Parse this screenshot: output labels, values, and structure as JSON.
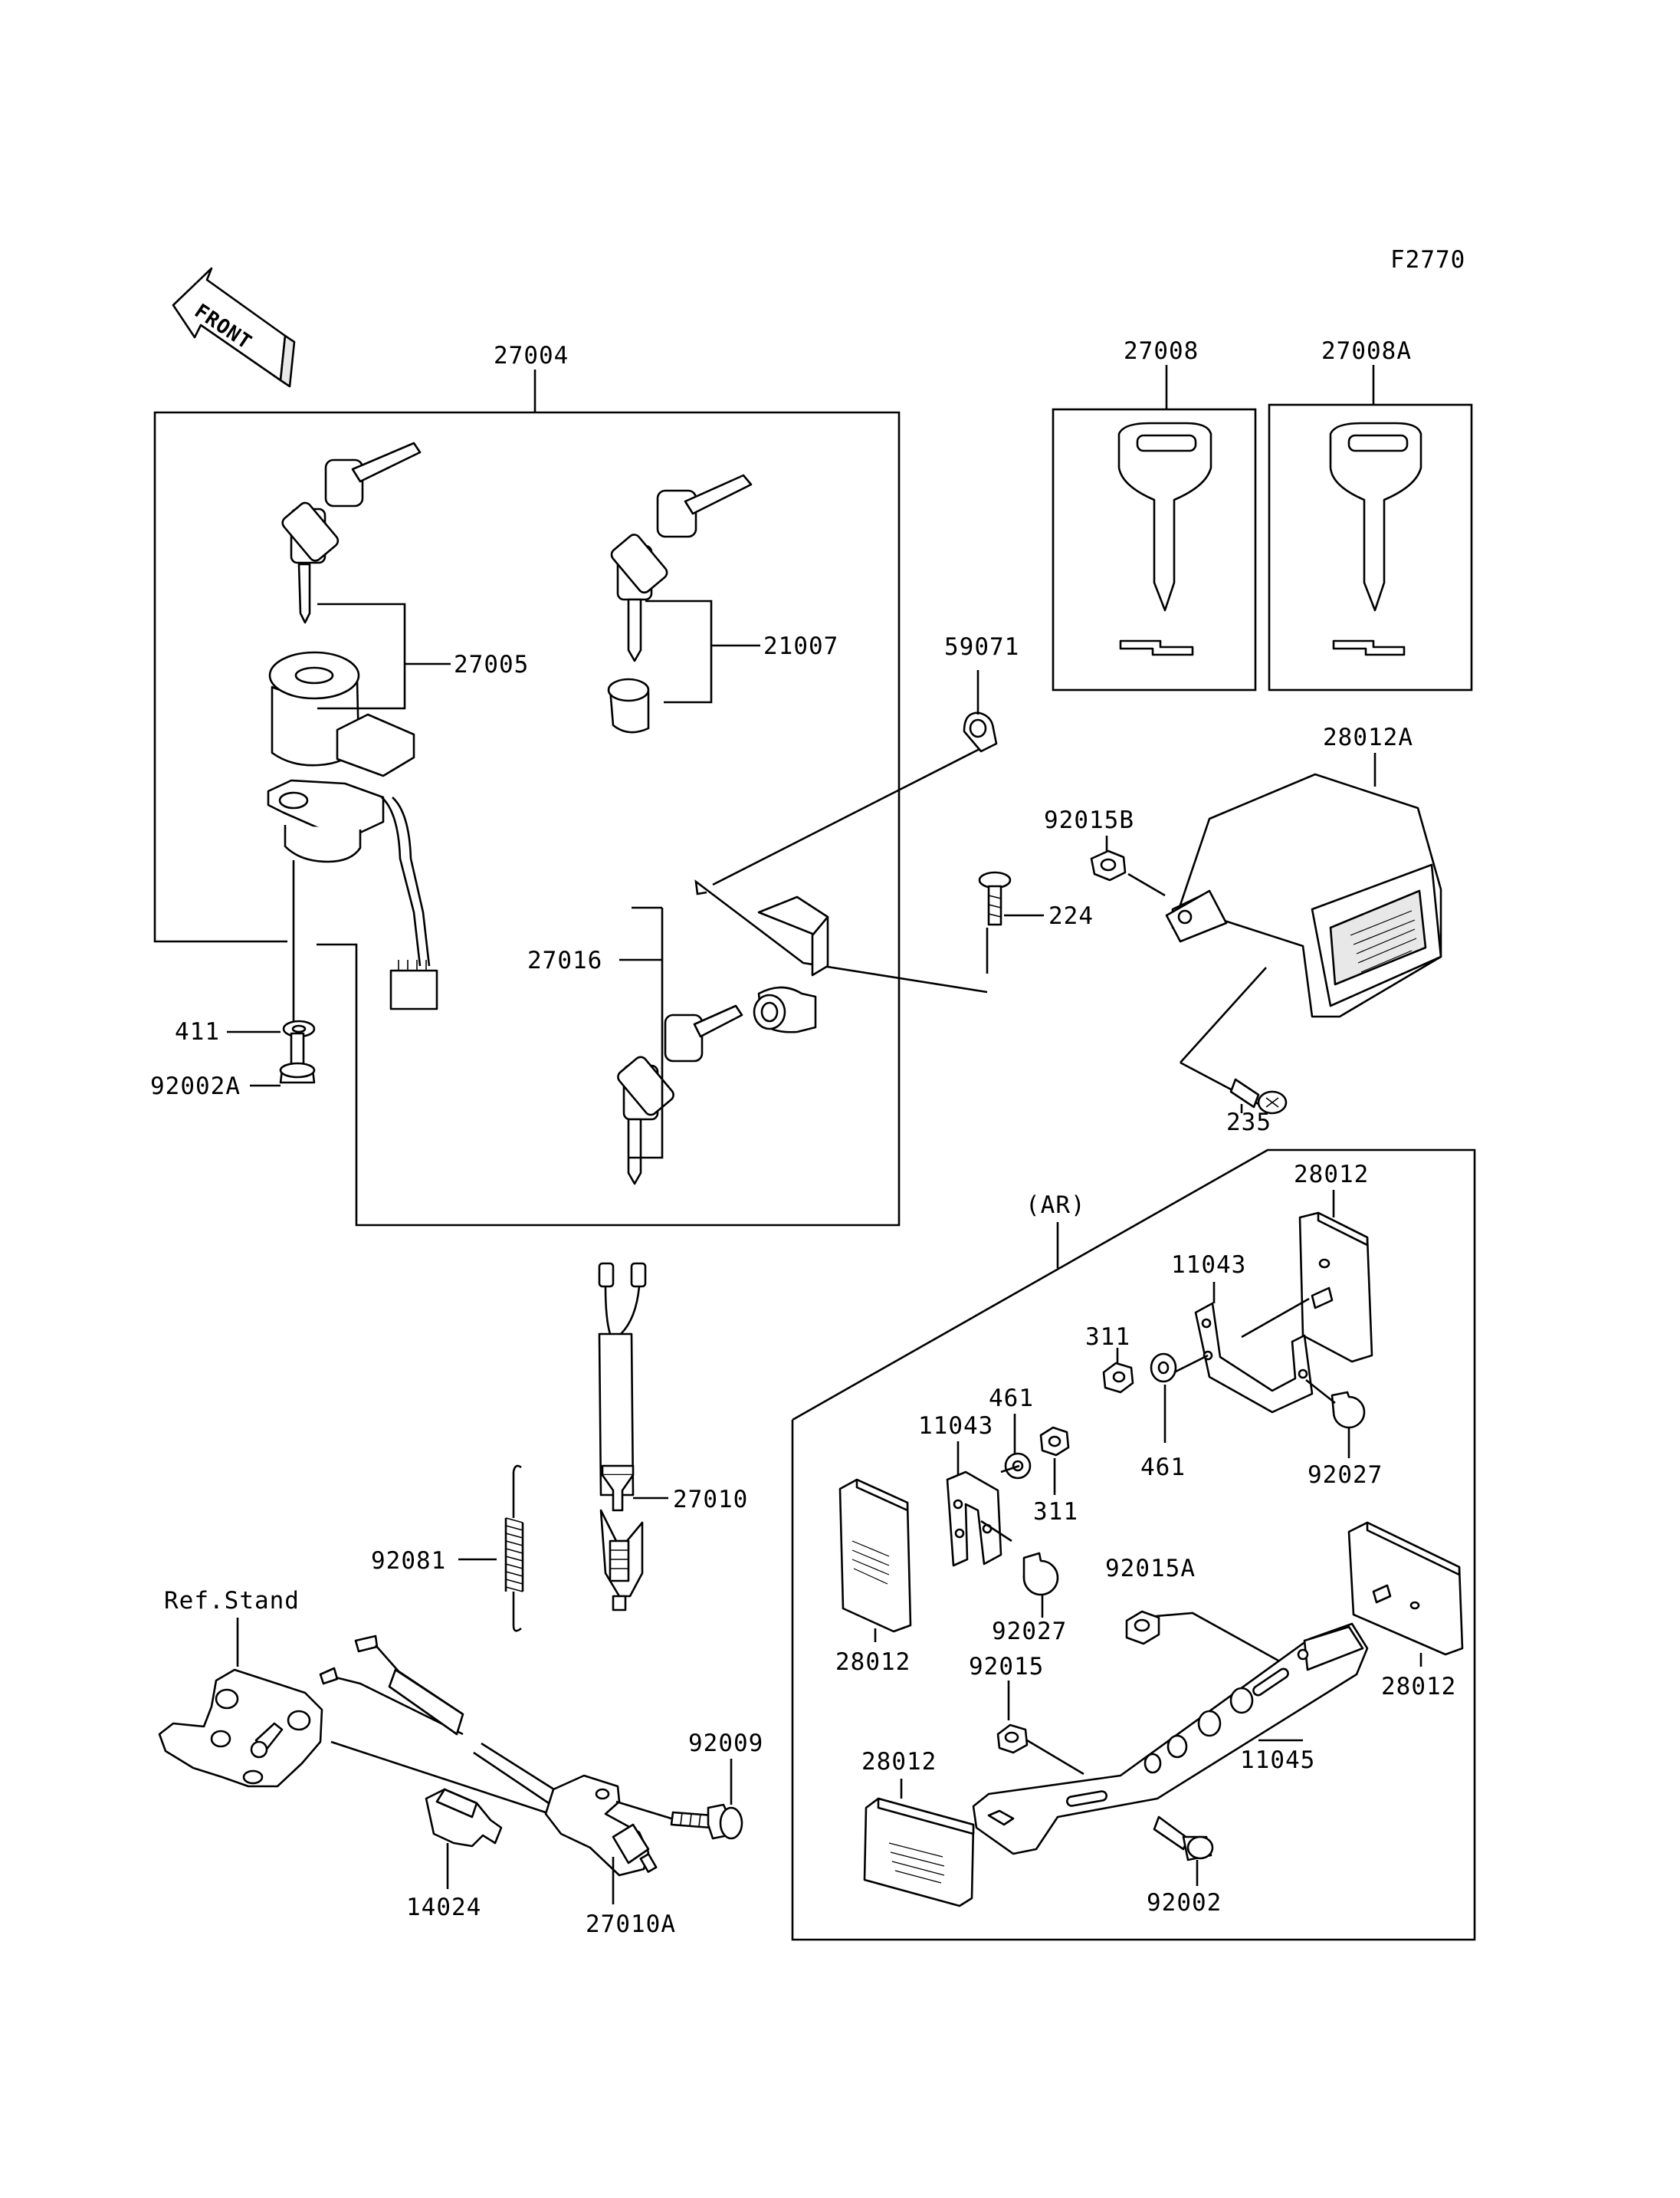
{
  "figure_code": "F2770",
  "direction_label": "FRONT",
  "group_notes": {
    "ar": "(AR)",
    "ref_stand": "Ref.Stand"
  },
  "parts": {
    "p27004": "27004",
    "p27005": "27005",
    "p21007": "21007",
    "p27008": "27008",
    "p27008A": "27008A",
    "p59071": "59071",
    "p28012A": "28012A",
    "p92015B": "92015B",
    "p224": "224",
    "p27016": "27016",
    "p411": "411",
    "p92002A": "92002A",
    "p235": "235",
    "p28012_a": "28012",
    "p11043_a": "11043",
    "p311_a": "311",
    "p461_a": "461",
    "p461_b": "461",
    "p92027_a": "92027",
    "p11043_b": "11043",
    "p311_b": "311",
    "p27010": "27010",
    "p92081": "92081",
    "p92015A": "92015A",
    "p28012_b": "28012",
    "p92027_b": "92027",
    "p28012_c": "28012",
    "p92015": "92015",
    "p92009": "92009",
    "p11045": "11045",
    "p28012_d": "28012",
    "p14024": "14024",
    "p27010A": "27010A",
    "p92002": "92002"
  }
}
